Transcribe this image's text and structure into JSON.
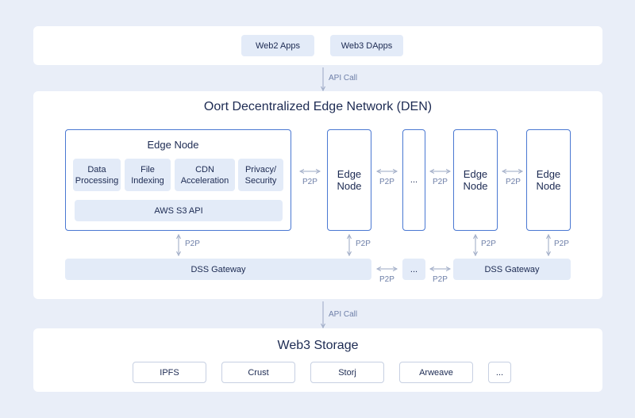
{
  "apps": {
    "web2": "Web2 Apps",
    "web3": "Web3 DApps"
  },
  "api_call_label": "API Call",
  "den": {
    "title": "Oort Decentralized Edge Network (DEN)",
    "edge_node_title": "Edge Node",
    "services": [
      "Data\nProcessing",
      "File\nIndexing",
      "CDN\nAcceleration",
      "Privacy/\nSecurity"
    ],
    "s3_api": "AWS S3 API",
    "node_label": "Edge\nNode",
    "ellipsis": "...",
    "p2p": "P2P",
    "dss_gateway": "DSS Gateway"
  },
  "storage": {
    "title": "Web3 Storage",
    "items": [
      "IPFS",
      "Crust",
      "Storj",
      "Arweave",
      "..."
    ]
  },
  "colors": {
    "background": "#e9eef8",
    "panel": "#ffffff",
    "chip": "#e3ebf8",
    "node_border": "#4a78d2",
    "arrow": "#9aa7c3"
  }
}
